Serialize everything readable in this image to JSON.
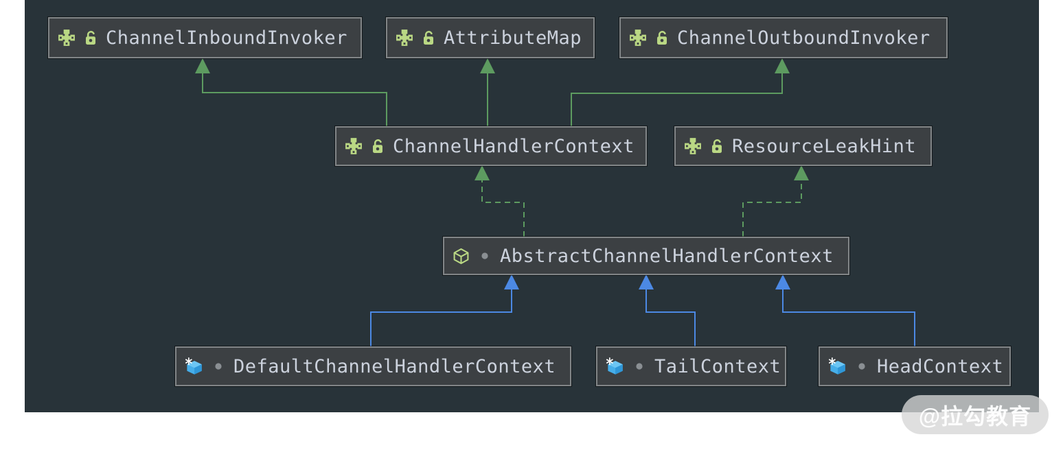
{
  "canvas": {
    "background": "#283339"
  },
  "colors": {
    "node_background": "#3c4043",
    "node_border": "#828688",
    "node_text": "#ccd2dd",
    "interface_edge_green": "#5d9b60",
    "class_edge_blue": "#4c89e4",
    "icon_green": "#bad884",
    "final_class_blue": "#46aee9",
    "visibility_dot_gray": "#8a8f93"
  },
  "watermark": {
    "text": "@拉勾教育"
  },
  "diagram": {
    "nodes": [
      {
        "id": "ChannelInboundInvoker",
        "label": "ChannelInboundInvoker",
        "stereotype": "interface"
      },
      {
        "id": "AttributeMap",
        "label": "AttributeMap",
        "stereotype": "interface"
      },
      {
        "id": "ChannelOutboundInvoker",
        "label": "ChannelOutboundInvoker",
        "stereotype": "interface"
      },
      {
        "id": "ChannelHandlerContext",
        "label": "ChannelHandlerContext",
        "stereotype": "interface"
      },
      {
        "id": "ResourceLeakHint",
        "label": "ResourceLeakHint",
        "stereotype": "interface"
      },
      {
        "id": "AbstractChannelHandlerContext",
        "label": "AbstractChannelHandlerContext",
        "stereotype": "abstract-class"
      },
      {
        "id": "DefaultChannelHandlerContext",
        "label": "DefaultChannelHandlerContext",
        "stereotype": "final-class"
      },
      {
        "id": "TailContext",
        "label": "TailContext",
        "stereotype": "final-class"
      },
      {
        "id": "HeadContext",
        "label": "HeadContext",
        "stereotype": "final-class"
      }
    ],
    "edges": [
      {
        "from": "ChannelHandlerContext",
        "to": "ChannelInboundInvoker",
        "type": "extends-interface",
        "style": "green-solid"
      },
      {
        "from": "ChannelHandlerContext",
        "to": "AttributeMap",
        "type": "extends-interface",
        "style": "green-solid"
      },
      {
        "from": "ChannelHandlerContext",
        "to": "ChannelOutboundInvoker",
        "type": "extends-interface",
        "style": "green-solid"
      },
      {
        "from": "AbstractChannelHandlerContext",
        "to": "ChannelHandlerContext",
        "type": "implements",
        "style": "green-dashed"
      },
      {
        "from": "AbstractChannelHandlerContext",
        "to": "ResourceLeakHint",
        "type": "implements",
        "style": "green-dashed"
      },
      {
        "from": "DefaultChannelHandlerContext",
        "to": "AbstractChannelHandlerContext",
        "type": "extends-class",
        "style": "blue-solid"
      },
      {
        "from": "TailContext",
        "to": "AbstractChannelHandlerContext",
        "type": "extends-class",
        "style": "blue-solid"
      },
      {
        "from": "HeadContext",
        "to": "AbstractChannelHandlerContext",
        "type": "extends-class",
        "style": "blue-solid"
      }
    ]
  }
}
